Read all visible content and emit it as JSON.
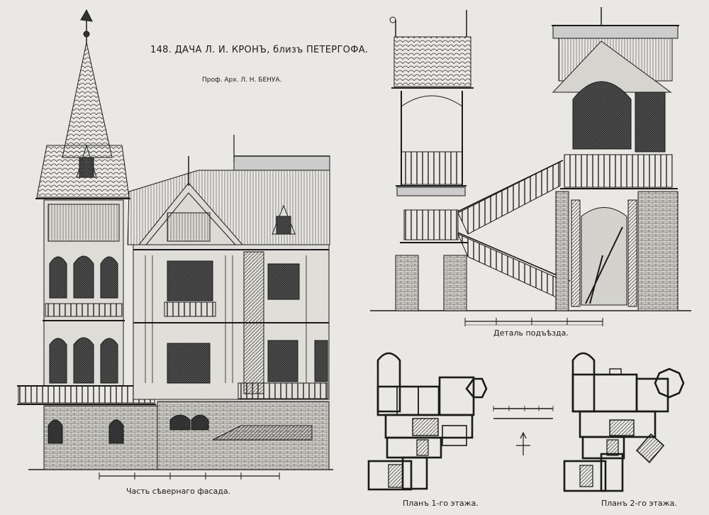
{
  "plate": {
    "title": "148. ДАЧА Л. И. КРОНЪ, близъ ПЕТЕРГОФА.",
    "author": "Проф. Арх. Л. Н. БЕНУА."
  },
  "captions": {
    "facade": "Часть сѣвернаго фасада.",
    "porch_detail": "Деталь подъѣзда.",
    "plan_floor1": "Планъ 1-го этажа.",
    "plan_floor2": "Планъ 2-го этажа."
  },
  "colors": {
    "paper": "#e9e8e4",
    "ink": "#1a1a1a"
  }
}
